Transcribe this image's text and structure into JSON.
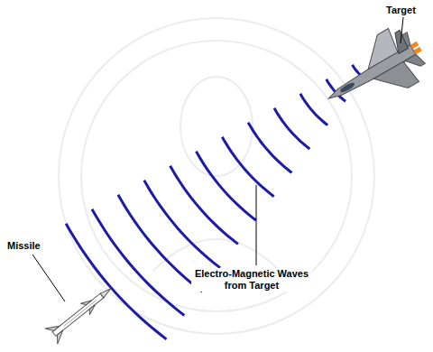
{
  "diagram": {
    "labels": [
      "Target",
      "Missile",
      "Electro-Magnetic Waves from Target"
    ]
  }
}
